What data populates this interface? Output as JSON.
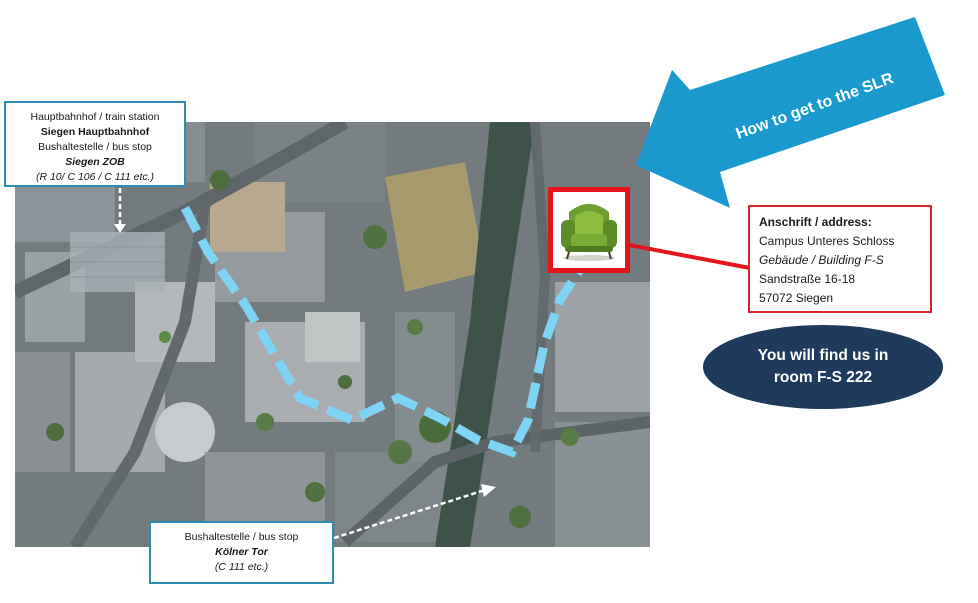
{
  "banner": {
    "text": "How to get to the SLR"
  },
  "station_box": {
    "line1": "Hauptbahnhof / train station",
    "line2": "Siegen Hauptbahnhof",
    "line3": "Bushaltestelle / bus stop",
    "line4": "Siegen ZOB",
    "line5": "(R 10/ C 106 / C 111 etc.)"
  },
  "koelner_box": {
    "line1": "Bushaltestelle / bus stop",
    "line2": "Kölner Tor",
    "line3": "(C 111 etc.)"
  },
  "address_box": {
    "heading": "Anschrift / address:",
    "line1": "Campus Unteres Schloss",
    "line2": "Gebäude / Building F-S",
    "line3": "Sandstraße 16-18",
    "line4": "57072 Siegen"
  },
  "room": {
    "line1": "You will find us in",
    "line2": "room F-S 222"
  },
  "icons": {
    "destination": "armchair-icon"
  },
  "colors": {
    "route": "#7fd3f5",
    "banner": "#1a99cf",
    "room_bg": "#1f3a5a",
    "address_border": "#d7262b",
    "box_border": "#2e8bb3",
    "sofa_border": "#e5141a"
  }
}
